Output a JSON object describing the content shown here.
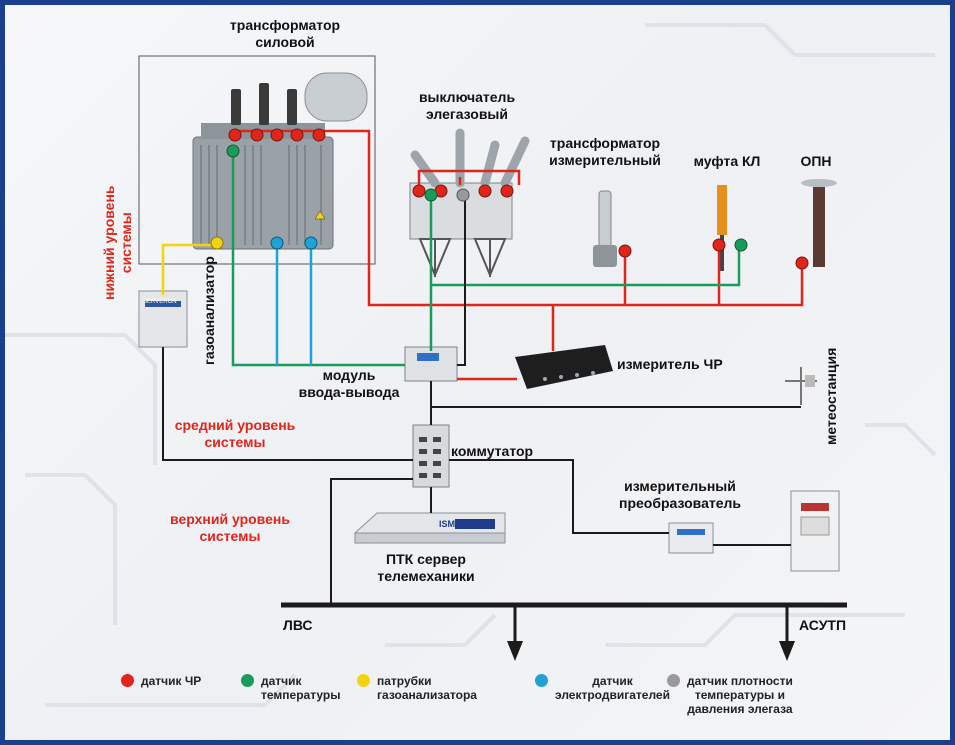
{
  "labels": {
    "power_transformer": "трансформатор\nсиловой",
    "breaker": "выключатель\nэлегазовый",
    "instr_transformer": "трансформатор\nизмерительный",
    "coupling": "муфта КЛ",
    "opn": "ОПН",
    "gas_analyzer": "газоанализатор",
    "io_module": "модуль\nввода-вывода",
    "pd_meter": "измеритель ЧР",
    "weather": "метеостанция",
    "switch": "коммутатор",
    "transducer": "измерительный\nпреобразователь",
    "server": "ПТК сервер\nтелемеханики",
    "lan": "ЛВС",
    "asutp": "АСУТП",
    "device_text_serveron": "SERVERON",
    "device_text_isms": "ISMS"
  },
  "levels": {
    "lower": "нижний уровень\nсистемы",
    "middle": "средний уровень\nсистемы",
    "upper": "верхний уровень\nсистемы"
  },
  "legend": [
    {
      "color": "#e0261b",
      "text": "датчик ЧР"
    },
    {
      "color": "#1a9b5a",
      "text": "датчик\nтемпературы"
    },
    {
      "color": "#f2d30f",
      "text": "патрубки\nгазоанализатора"
    },
    {
      "color": "#1fa3d6",
      "text": "датчик\nэлектродвигателей"
    },
    {
      "color": "#9a9a9a",
      "text": "датчик плотности\nтемпературы и\nдавления элегаза"
    }
  ],
  "colors": {
    "frame": "#1a3f8f",
    "red": "#e0261b",
    "green": "#1a9b5a",
    "yellow": "#f2d30f",
    "blue": "#1fa3d6",
    "grey": "#9a9a9a",
    "black": "#1b1b1b"
  }
}
